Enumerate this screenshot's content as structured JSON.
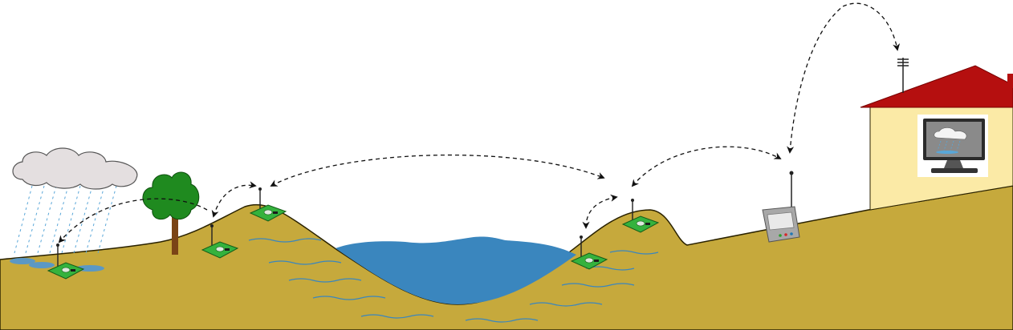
{
  "scene": {
    "description_elements": [
      "rain-cloud",
      "tree",
      "lake",
      "gateway",
      "house",
      "monitor"
    ]
  },
  "colors": {
    "ground": "#c6a93c",
    "ground_stroke": "#2a2200",
    "water": "#3a86be",
    "water_lines": "#3a86be",
    "puddle": "#5b98c4",
    "cloud_fill": "#e4dfe0",
    "cloud_stroke": "#555555",
    "rain": "#58a6d8",
    "tree_leaves": "#1f8a1f",
    "tree_trunk": "#7a4416",
    "house_wall": "#fbeaa6",
    "roof": "#b50f0f",
    "sensor_board": "#35b23d",
    "gateway_body": "#a8a8a8",
    "arrow": "#111111"
  },
  "sensor_nodes": [
    {
      "name": "node-1"
    },
    {
      "name": "node-2"
    },
    {
      "name": "node-3"
    },
    {
      "name": "node-4"
    },
    {
      "name": "node-5"
    }
  ],
  "links": [
    {
      "from": "node-1",
      "to": "node-2"
    },
    {
      "from": "node-2",
      "to": "node-3"
    },
    {
      "from": "node-3",
      "to": "node-5"
    },
    {
      "from": "node-4",
      "to": "node-5"
    },
    {
      "from": "node-5",
      "to": "gateway"
    },
    {
      "from": "gateway",
      "to": "house-antenna"
    }
  ]
}
